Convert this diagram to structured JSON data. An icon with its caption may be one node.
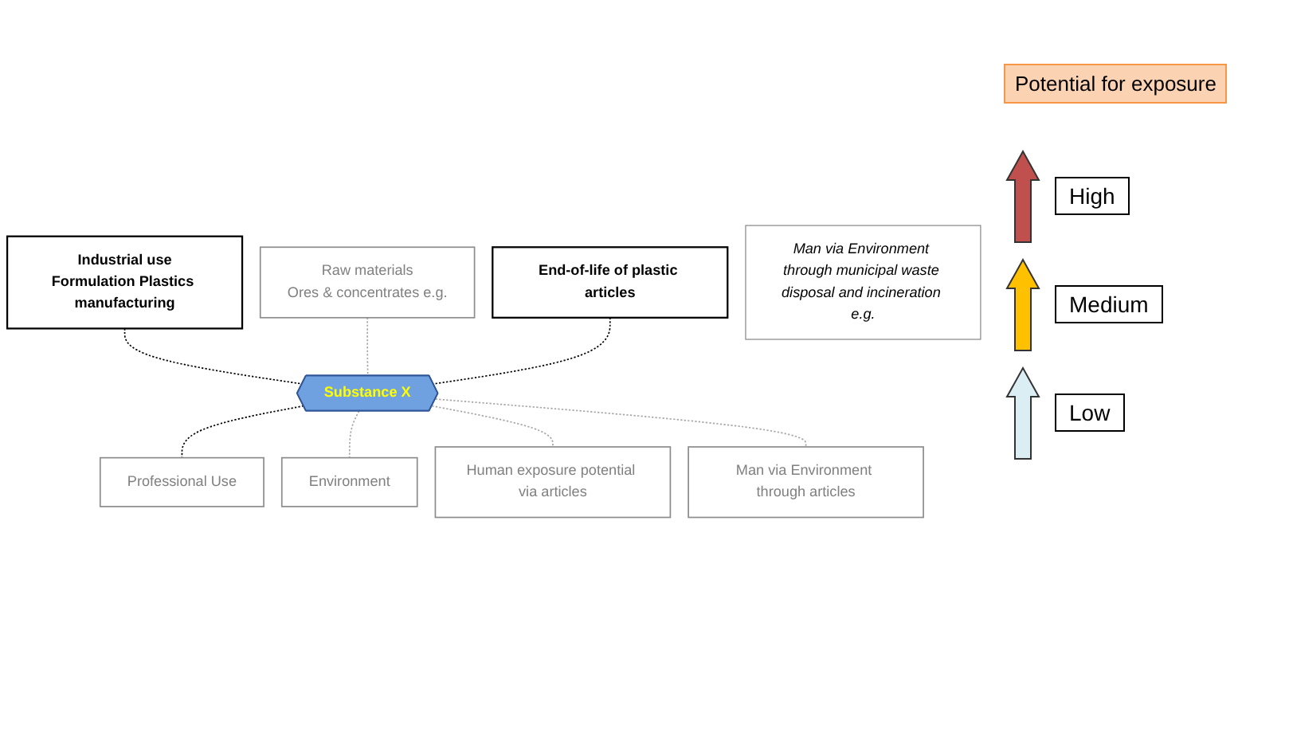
{
  "diagram": {
    "nodes": [
      {
        "text": [
          "Industrial use",
          "Formulation Plastics manufacturing"
        ]
      },
      {
        "text": [
          "Raw materials",
          "Ores & concentrates  e.g."
        ]
      },
      {
        "text": [
          "Professional Use"
        ]
      },
      {
        "text": [
          "Substance X"
        ]
      },
      {
        "text": [
          "End-of-life of plastic articles"
        ]
      },
      {
        "text": [
          "Man via Environment through municipal waste disposal and incineration e.g."
        ]
      },
      {
        "text": [
          "Environment"
        ]
      },
      {
        "text": [
          "Human exposure potential via articles"
        ]
      },
      {
        "text": [
          "Man via Environment through articles"
        ]
      }
    ],
    "edges": [
      {
        "from": 0,
        "to": 3,
        "arrow": "none",
        "style": "dashed",
        "color": "#000000"
      },
      {
        "from": 1,
        "to": 3,
        "arrow": "none",
        "style": "dashed"
      },
      {
        "from": 3,
        "to": 2,
        "arrow": "none",
        "style": "dashed",
        "color": "#000000"
      },
      {
        "from": 4,
        "to": 3,
        "arrow": "none",
        "style": "dashed",
        "color": "#000000"
      },
      {
        "from": 3,
        "to": 6,
        "arrow": "none",
        "style": "dashed"
      },
      {
        "from": 3,
        "to": 7,
        "arrow": "none",
        "style": "dashed"
      },
      {
        "from": 3,
        "to": 8,
        "arrow": "none",
        "style": "dashed"
      }
    ],
    "labels": [
      "Potential for exposure"
    ],
    "legend": [
      {
        "text": "High",
        "color": "#c0504d"
      },
      {
        "text": "Medium",
        "color": "#ffc000"
      },
      {
        "text": "Low",
        "color": "#daeef3"
      }
    ]
  }
}
